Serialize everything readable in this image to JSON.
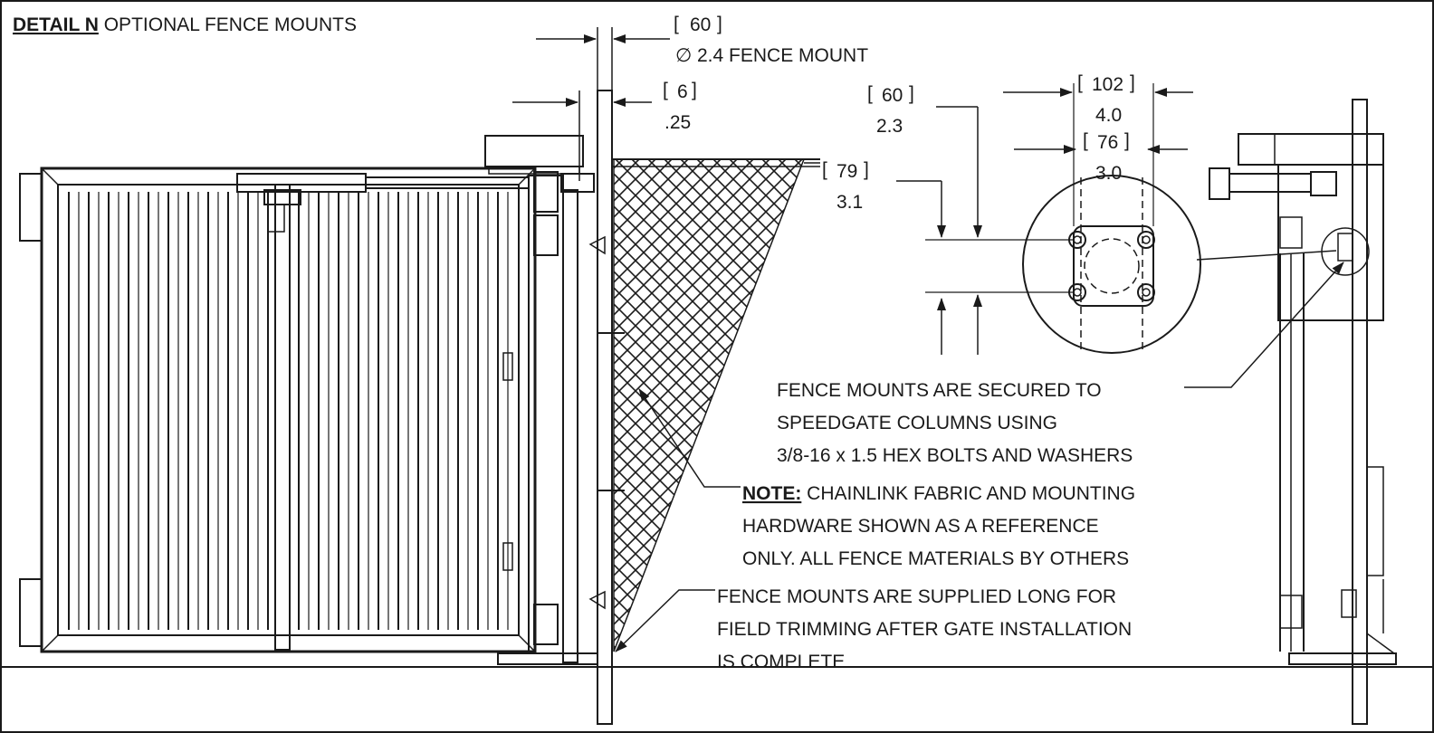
{
  "title": {
    "detail_label": "DETAIL N",
    "detail_text": " OPTIONAL FENCE MOUNTS"
  },
  "dimensions": {
    "fence_mount_mm": "60",
    "fence_mount_in": "2.4 FENCE MOUNT",
    "diameter_symbol": "∅",
    "offset_mm": "6",
    "offset_in": ".25",
    "bolt_vertical_mm": "60",
    "bolt_vertical_in": "2.3",
    "bracket_width_mm": "102",
    "bracket_width_in": "4.0",
    "bolt_spacing_mm": "76",
    "bolt_spacing_in": "3.0",
    "top_offset_mm": "79",
    "top_offset_in": "3.1"
  },
  "notes": {
    "secured_line1": "FENCE MOUNTS ARE SECURED TO",
    "secured_line2": "SPEEDGATE COLUMNS USING",
    "secured_line3": "3/8-16 x 1.5 HEX BOLTS AND WASHERS",
    "note_label": "NOTE:",
    "note_line1": " CHAINLINK FABRIC AND MOUNTING",
    "note_line2": "HARDWARE SHOWN AS A REFERENCE",
    "note_line3": "ONLY. ALL FENCE MATERIALS BY OTHERS",
    "supplied_line1": "FENCE MOUNTS ARE SUPPLIED LONG FOR",
    "supplied_line2": "FIELD TRIMMING AFTER GATE INSTALLATION",
    "supplied_line3": "IS COMPLETE"
  }
}
